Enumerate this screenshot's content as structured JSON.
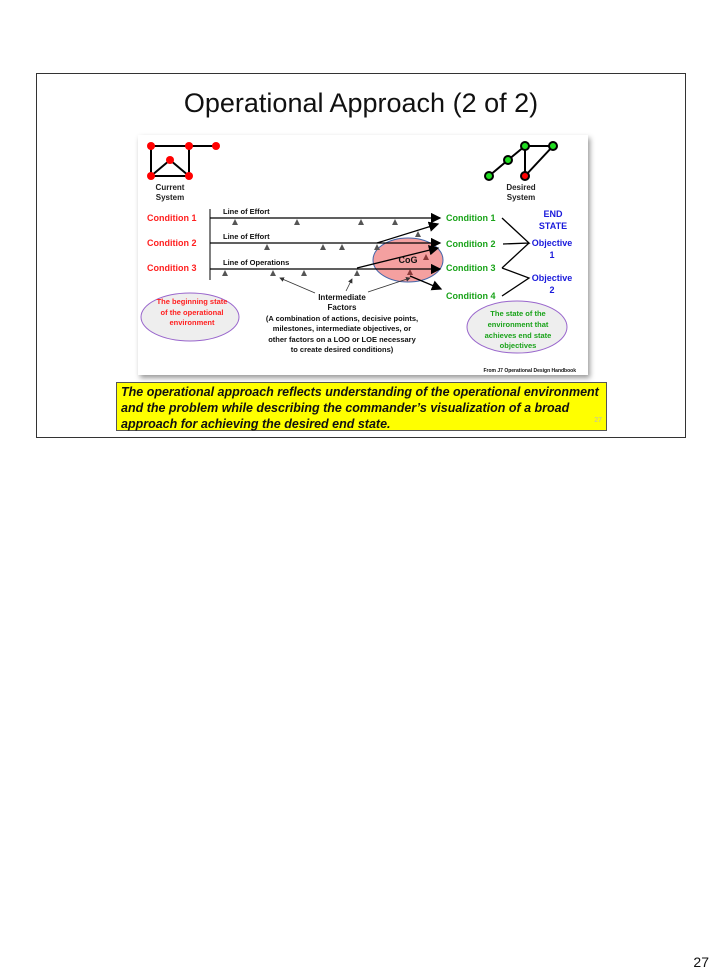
{
  "slide": {
    "title": "Operational Approach (2 of 2)",
    "page_number": "27",
    "inner_page_number": "27"
  },
  "diagram": {
    "current_system": [
      "Current",
      "System"
    ],
    "desired_system": [
      "Desired",
      "System"
    ],
    "start_conditions": [
      "Condition 1",
      "Condition 2",
      "Condition 3"
    ],
    "lines": [
      "Line of Effort",
      "Line of Effort",
      "Line of Operations"
    ],
    "end_conditions": [
      "Condition 1",
      "Condition 2",
      "Condition 3",
      "Condition 4"
    ],
    "end_state": [
      "END",
      "STATE"
    ],
    "objective1": [
      "Objective",
      "1"
    ],
    "objective2": [
      "Objective",
      "2"
    ],
    "cog": "CoG",
    "left_cloud": [
      "The beginning state",
      "of the operational",
      "environment"
    ],
    "right_cloud": [
      "The state of the",
      "environment that",
      "achieves end state",
      "objectives"
    ],
    "intermediate": [
      "Intermediate",
      "Factors",
      "(A combination of actions, decisive points,",
      "milestones, intermediate objectives, or",
      "other factors on a LOO or LOE necessary",
      "to create desired conditions)"
    ],
    "source": "From J7 Operational Design Handbook",
    "colors": {
      "red": "#ff1a1a",
      "green": "#1aa31a",
      "blue": "#1a1adb"
    }
  },
  "caption": "The operational approach reflects understanding of the operational environment and the problem while describing the commander’s visualization of a broad approach for achieving the desired end state."
}
